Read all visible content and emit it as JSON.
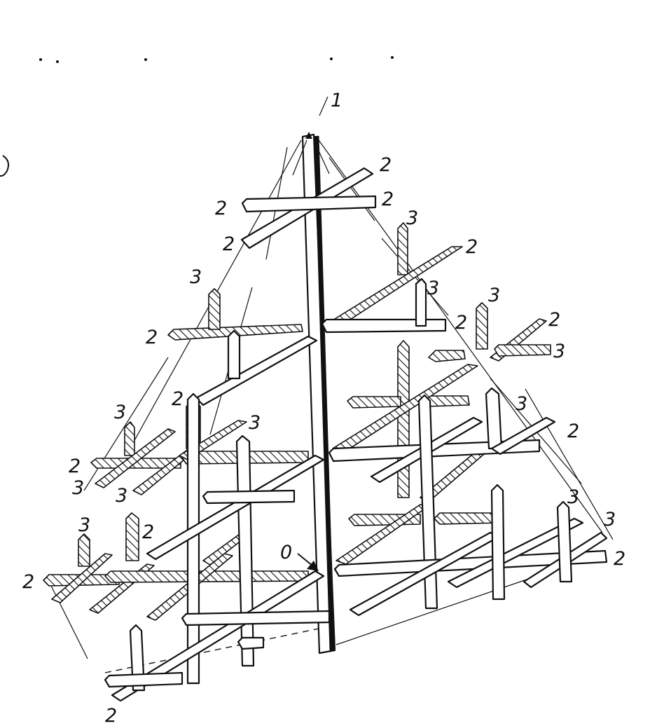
{
  "labels": {
    "axis_vertical": "1",
    "origin": "0",
    "two": "2",
    "three": "3"
  },
  "colors": {
    "ink": "#111111",
    "paper": "#ffffff"
  }
}
